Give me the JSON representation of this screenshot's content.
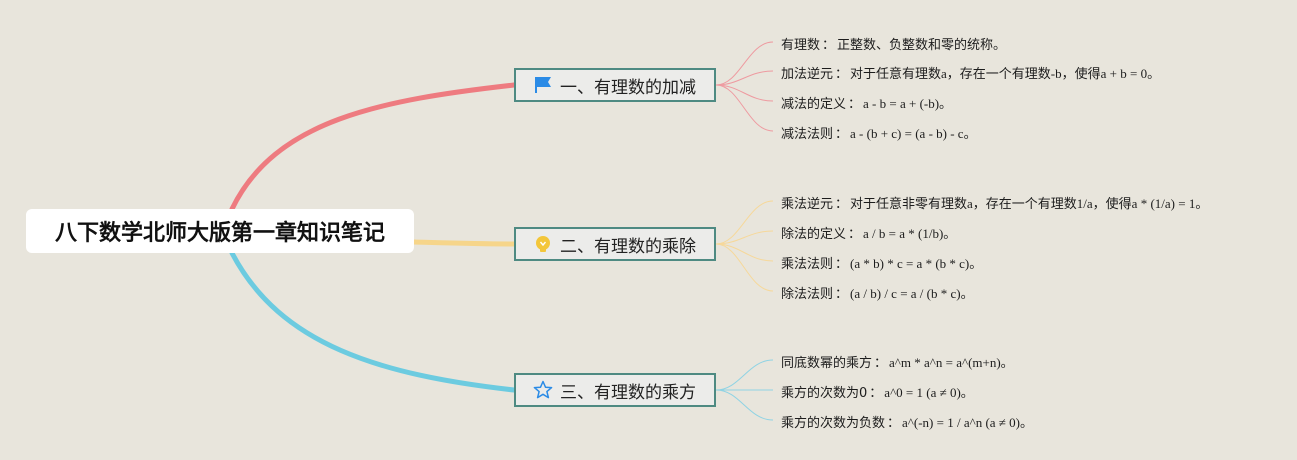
{
  "root": {
    "title": "八下数学北师大版第一章知识笔记"
  },
  "colors": {
    "background": "#e8e5dc",
    "branch1": "#ee7b80",
    "branch2": "#f6d58a",
    "branch3": "#6ccbe0",
    "branch_border": "#4e8a82",
    "icon_blue": "#2b8be6",
    "icon_yellow": "#f3c63a"
  },
  "branches": [
    {
      "label": "一、有理数的加减",
      "icon": "flag-icon",
      "items": [
        {
          "label": "有理数",
          "text": "正整数、负整数和零的统称。"
        },
        {
          "label": "加法逆元",
          "text": "对于任意有理数a，存在一个有理数-b，使得a + b = 0。"
        },
        {
          "label": "减法的定义",
          "text": "a - b = a + (-b)。"
        },
        {
          "label": "减法法则",
          "text": "a - (b + c) = (a - b) - c。"
        }
      ]
    },
    {
      "label": "二、有理数的乘除",
      "icon": "lightbulb-icon",
      "items": [
        {
          "label": "乘法逆元",
          "text": "对于任意非零有理数a，存在一个有理数1/a，使得a * (1/a) = 1。"
        },
        {
          "label": "除法的定义",
          "text": "a / b = a * (1/b)。"
        },
        {
          "label": "乘法法则",
          "text": "(a * b) * c = a * (b * c)。"
        },
        {
          "label": "除法法则",
          "text": "(a / b) / c = a / (b * c)。"
        }
      ]
    },
    {
      "label": "三、有理数的乘方",
      "icon": "star-icon",
      "items": [
        {
          "label": "同底数幂的乘方",
          "text": "a^m * a^n = a^(m+n)。"
        },
        {
          "label": "乘方的次数为0",
          "text": "a^0 = 1 (a ≠ 0)。"
        },
        {
          "label": "乘方的次数为负数",
          "text": "a^(-n) = 1 / a^n (a ≠ 0)。"
        }
      ]
    }
  ],
  "separator": "："
}
